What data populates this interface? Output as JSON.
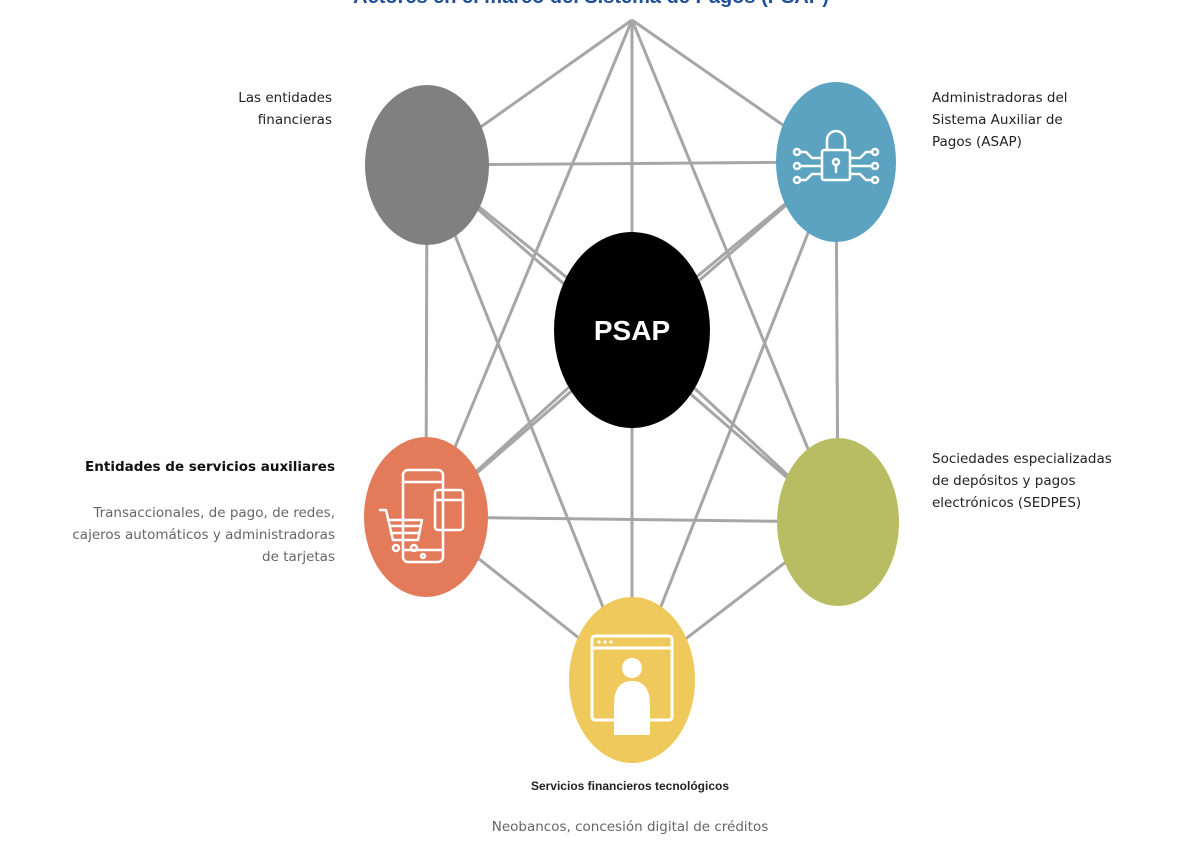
{
  "diagram": {
    "title": "Actores en el marco del Sistema de Pagos (PSAP)",
    "center": {
      "label": "PSAP",
      "color": "#000000"
    },
    "nodes": [
      {
        "id": "entidades-financieras",
        "label": "Las entidades\nfinancieras",
        "color": "#808080",
        "icon": "none"
      },
      {
        "id": "asap",
        "label": "Administradoras del\nSistema Auxiliar de\nPagos (ASAP)",
        "color": "#5ba3c1",
        "icon": "padlock-circuit-icon"
      },
      {
        "id": "sedpes",
        "label": "Sociedades especializadas\nde depósitos y pagos\nelectrónicos (SEDPES)",
        "color": "#b8bc63",
        "icon": "none"
      },
      {
        "id": "fintech",
        "label": "Servicios financieros tecnológicos",
        "sublabel": "Neobancos, concesión digital de créditos",
        "color": "#f0c95c",
        "icon": "browser-person-icon"
      },
      {
        "id": "auxiliares",
        "label": "Entidades de servicios auxiliares",
        "sublabel": "Transaccionales, de pago, de redes,\ncajeros automáticos y administradoras\nde tarjetas",
        "color": "#e37a5a",
        "icon": "mobile-shopping-icon"
      }
    ],
    "line_color": "#a6a6a6"
  }
}
